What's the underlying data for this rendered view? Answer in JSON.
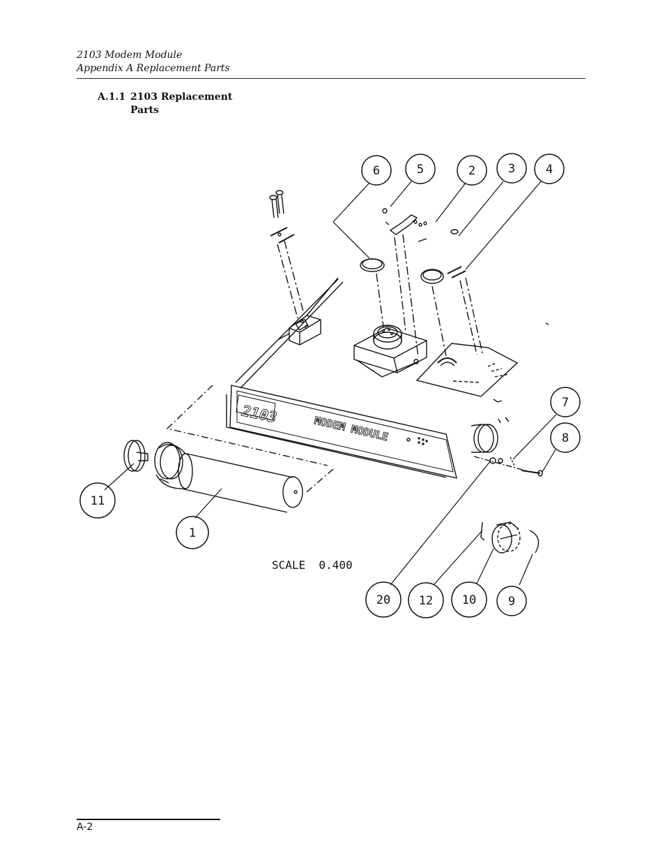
{
  "header": {
    "line1": "2103 Modem Module",
    "line2": "Appendix A  Replacement Parts"
  },
  "section": {
    "number": "A.1.1",
    "title_line1": "2103 Replacement",
    "title_line2": "Parts"
  },
  "figure": {
    "callouts": [
      "6",
      "5",
      "2",
      "3",
      "4",
      "7",
      "8",
      "11",
      "1",
      "20",
      "12",
      "10",
      "9"
    ],
    "scale_label": "SCALE  0.400",
    "unit_model": "2103",
    "unit_name": "MODEM MODULE"
  },
  "footer": {
    "page_number": "A-2"
  }
}
